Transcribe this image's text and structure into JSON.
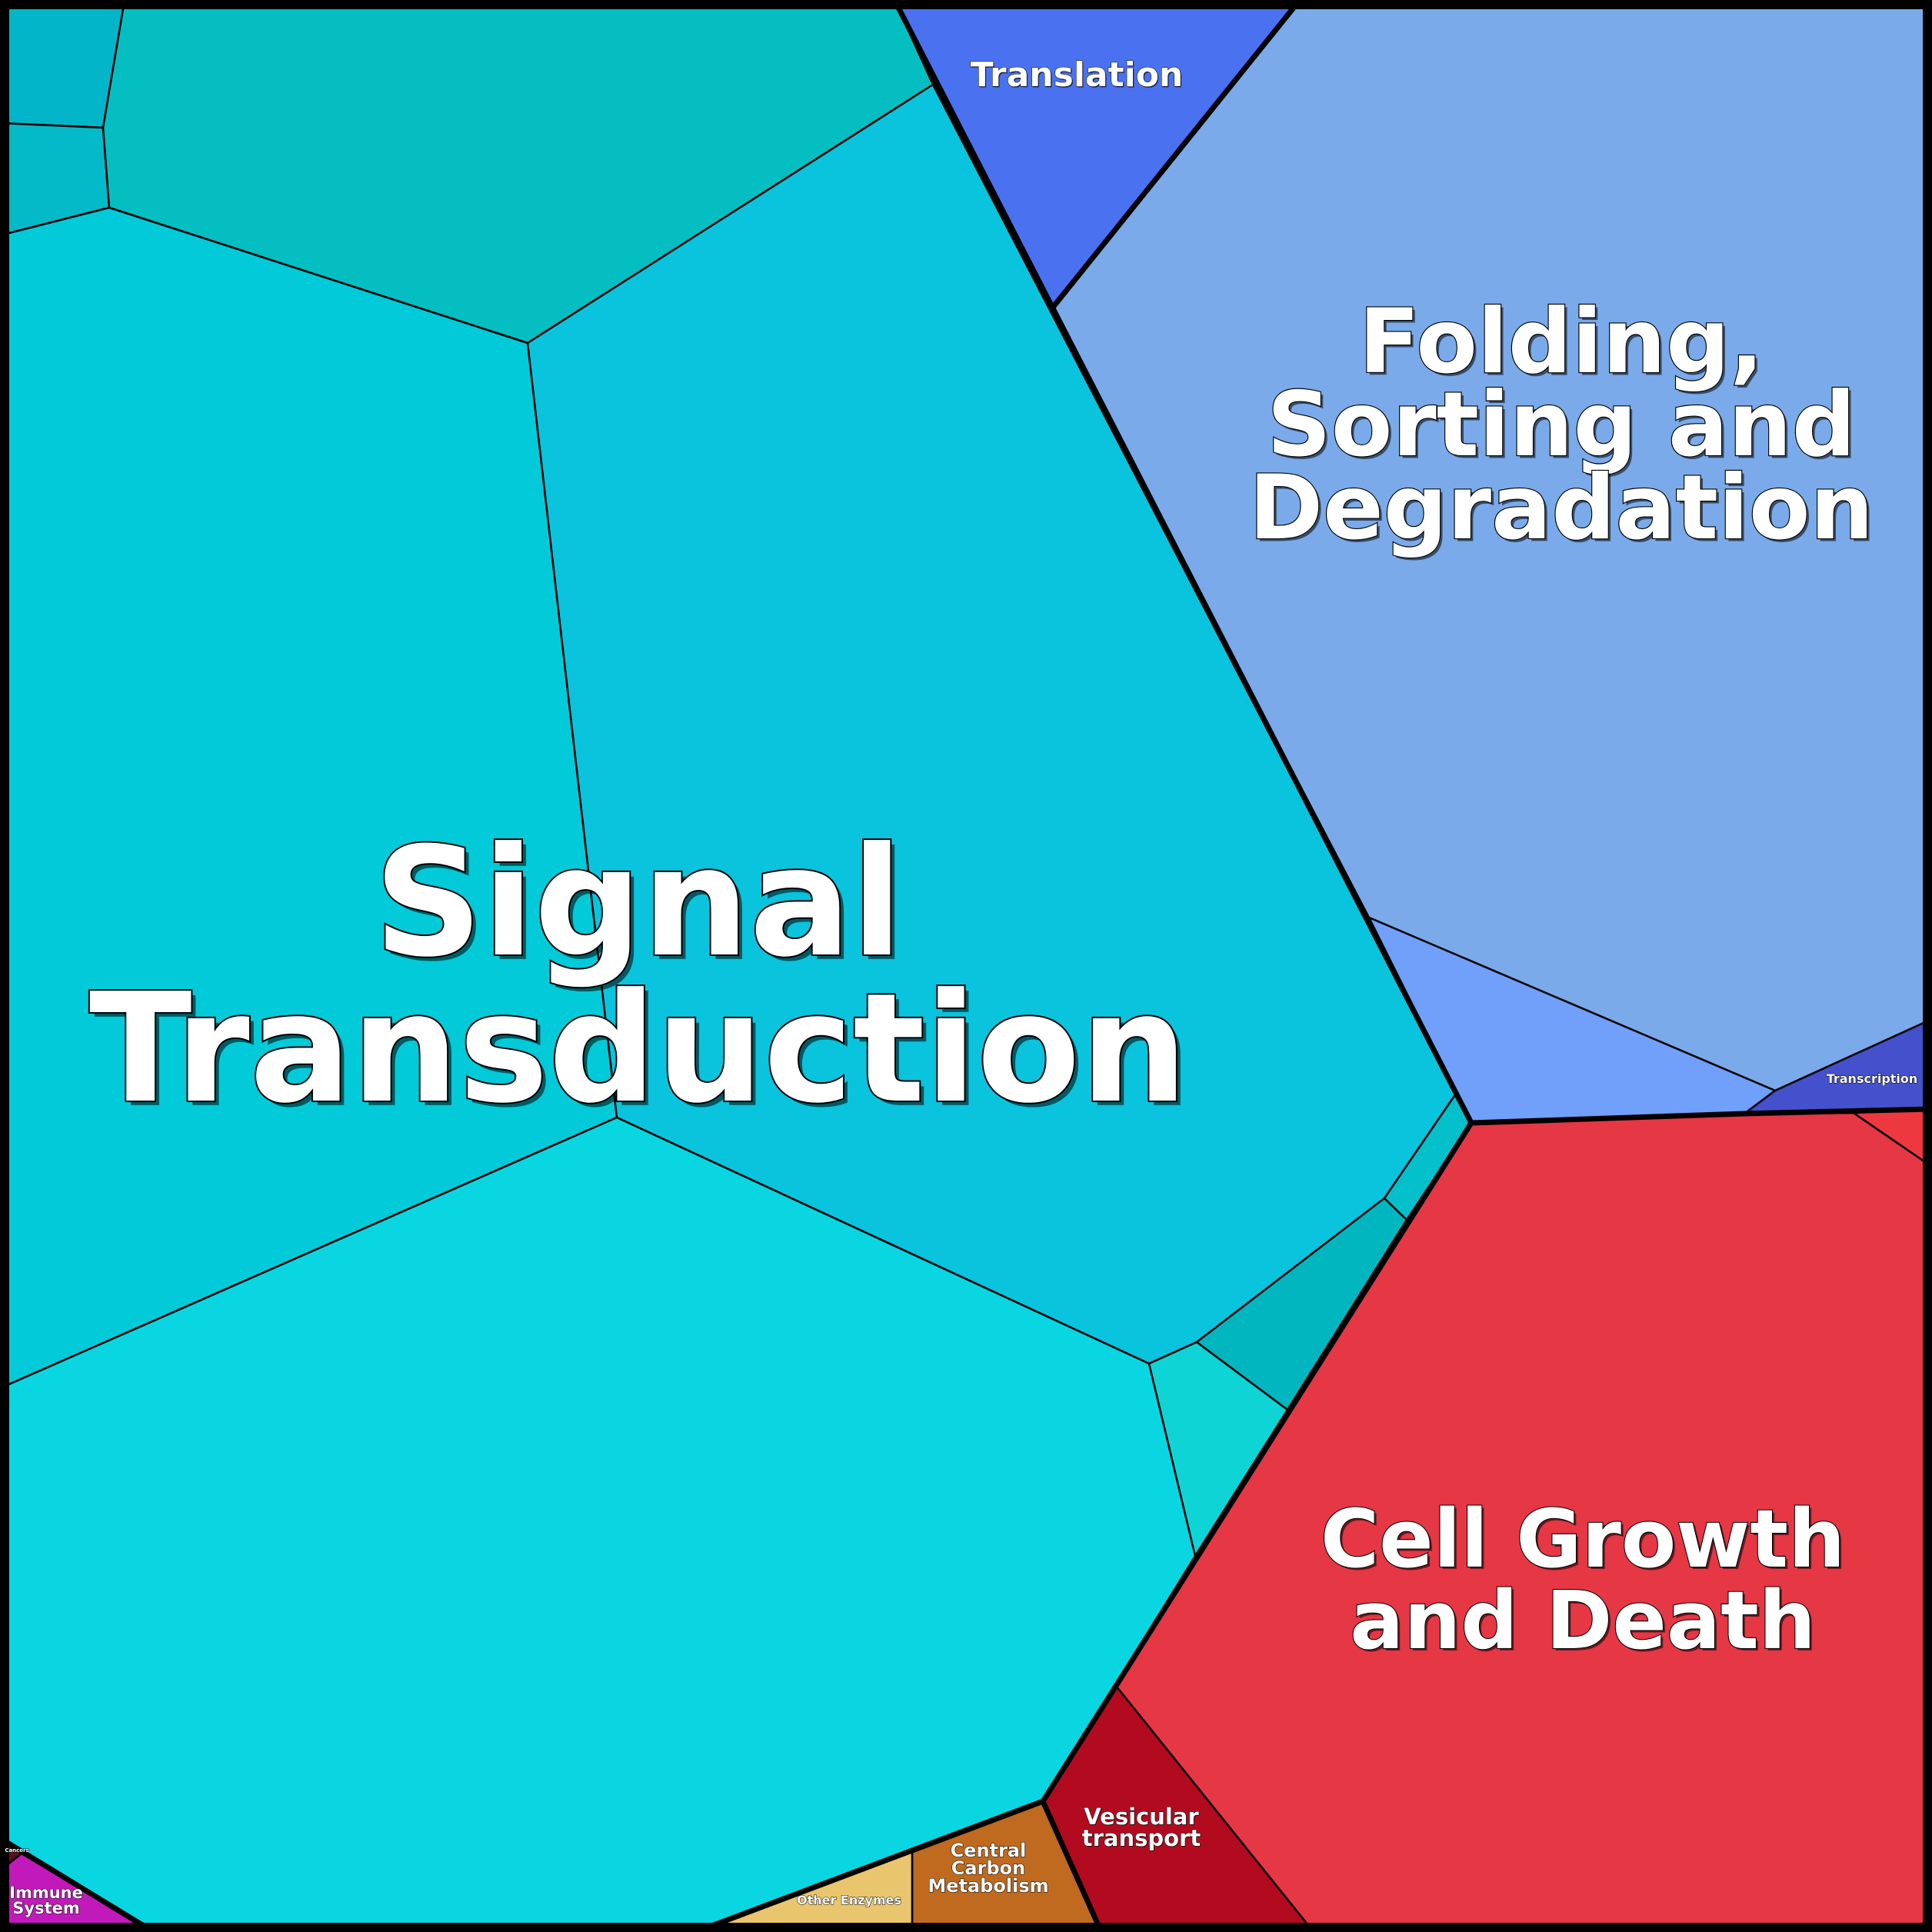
{
  "chart_data": {
    "type": "voronoi-treemap",
    "title": "",
    "categories": [
      {
        "name": "Signal Transduction",
        "color": "#07c4dc",
        "subcells": [
          "#02b5c8",
          "#04b9c8",
          "#04bec1",
          "#02cad8",
          "#0ac3dd",
          "#09d6e1",
          "#0fd4d6",
          "#02b6bf",
          "#03c0cb"
        ]
      },
      {
        "name": "Folding, Sorting and Degradation",
        "color": "#7aaaea",
        "subcells": [
          "#7aaaea",
          "#70a0fa"
        ]
      },
      {
        "name": "Translation",
        "color": "#4a72f0"
      },
      {
        "name": "Transcription",
        "color": "#4450cc"
      },
      {
        "name": "Cell Growth and Death",
        "color": "#e53744",
        "subcells": [
          "#e53744",
          "#ee3840"
        ]
      },
      {
        "name": "Vesicular transport",
        "color": "#b20b1f"
      },
      {
        "name": "Central Carbon Metabolism",
        "color": "#bf6a1f"
      },
      {
        "name": "Other Enzymes",
        "color": "#e9c56e"
      },
      {
        "name": "Immune System",
        "color": "#c21aba"
      },
      {
        "name": "Cancers",
        "color": "#5a1020"
      }
    ]
  }
}
